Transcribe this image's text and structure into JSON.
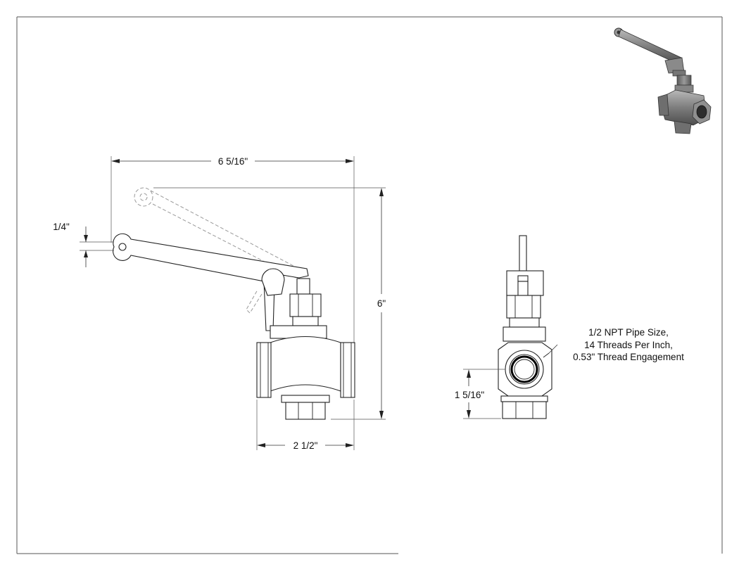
{
  "dimensions": {
    "overall_length": "6 5/16\"",
    "handle_offset": "1/4\"",
    "overall_height": "6\"",
    "body_width": "2 1/2\"",
    "port_center_height": "1 5/16\""
  },
  "port_note": {
    "line1": "1/2 NPT Pipe Size,",
    "line2": "14 Threads Per Inch,",
    "line3": "0.53\" Thread Engagement"
  },
  "icons": {
    "isometric_preview": "ball-valve-3d-icon"
  },
  "colors": {
    "line": "#222222",
    "ghost_line": "#999999",
    "frame": "#555555",
    "valve_body_shade": "#7d7d7d"
  }
}
